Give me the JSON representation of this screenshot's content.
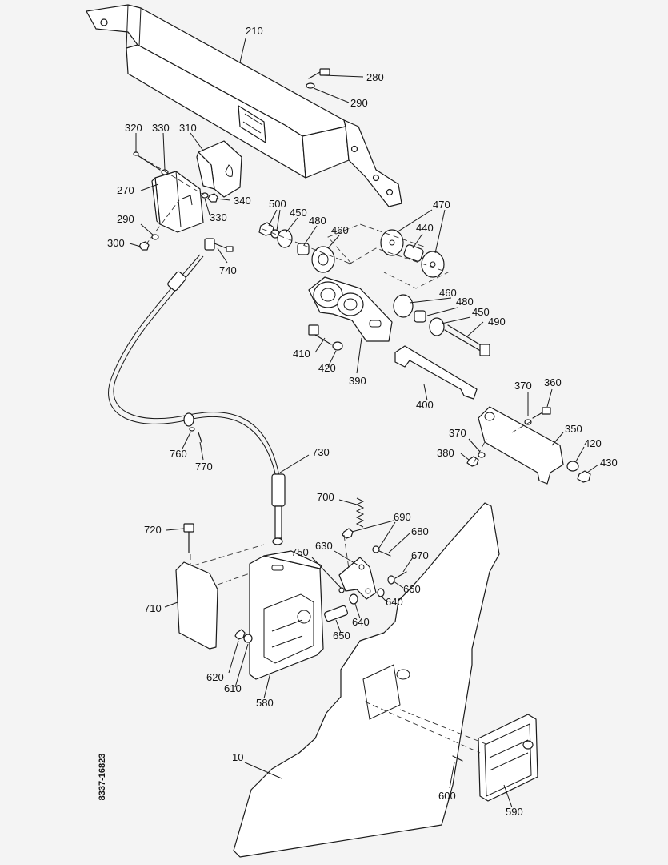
{
  "document_id": "8337-16823",
  "callouts": [
    {
      "id": "c210",
      "label": "210"
    },
    {
      "id": "c280",
      "label": "280"
    },
    {
      "id": "c290a",
      "label": "290"
    },
    {
      "id": "c320",
      "label": "320"
    },
    {
      "id": "c330a",
      "label": "330"
    },
    {
      "id": "c310",
      "label": "310"
    },
    {
      "id": "c270",
      "label": "270"
    },
    {
      "id": "c340",
      "label": "340"
    },
    {
      "id": "c330b",
      "label": "330"
    },
    {
      "id": "c290b",
      "label": "290"
    },
    {
      "id": "c300",
      "label": "300"
    },
    {
      "id": "c740",
      "label": "740"
    },
    {
      "id": "c500",
      "label": "500"
    },
    {
      "id": "c450a",
      "label": "450"
    },
    {
      "id": "c480a",
      "label": "480"
    },
    {
      "id": "c460a",
      "label": "460"
    },
    {
      "id": "c470",
      "label": "470"
    },
    {
      "id": "c440",
      "label": "440"
    },
    {
      "id": "c460b",
      "label": "460"
    },
    {
      "id": "c480b",
      "label": "480"
    },
    {
      "id": "c450b",
      "label": "450"
    },
    {
      "id": "c490",
      "label": "490"
    },
    {
      "id": "c410",
      "label": "410"
    },
    {
      "id": "c420a",
      "label": "420"
    },
    {
      "id": "c390",
      "label": "390"
    },
    {
      "id": "c400",
      "label": "400"
    },
    {
      "id": "c370a",
      "label": "370"
    },
    {
      "id": "c360",
      "label": "360"
    },
    {
      "id": "c350",
      "label": "350"
    },
    {
      "id": "c370b",
      "label": "370"
    },
    {
      "id": "c380",
      "label": "380"
    },
    {
      "id": "c420b",
      "label": "420"
    },
    {
      "id": "c430",
      "label": "430"
    },
    {
      "id": "c760",
      "label": "760"
    },
    {
      "id": "c770",
      "label": "770"
    },
    {
      "id": "c730",
      "label": "730"
    },
    {
      "id": "c700",
      "label": "700"
    },
    {
      "id": "c690",
      "label": "690"
    },
    {
      "id": "c680",
      "label": "680"
    },
    {
      "id": "c720",
      "label": "720"
    },
    {
      "id": "c630",
      "label": "630"
    },
    {
      "id": "c750",
      "label": "750"
    },
    {
      "id": "c670",
      "label": "670"
    },
    {
      "id": "c660",
      "label": "660"
    },
    {
      "id": "c640a",
      "label": "640"
    },
    {
      "id": "c640b",
      "label": "640"
    },
    {
      "id": "c650",
      "label": "650"
    },
    {
      "id": "c710",
      "label": "710"
    },
    {
      "id": "c620",
      "label": "620"
    },
    {
      "id": "c610",
      "label": "610"
    },
    {
      "id": "c580",
      "label": "580"
    },
    {
      "id": "c10",
      "label": "10"
    },
    {
      "id": "c600",
      "label": "600"
    },
    {
      "id": "c590",
      "label": "590"
    }
  ]
}
